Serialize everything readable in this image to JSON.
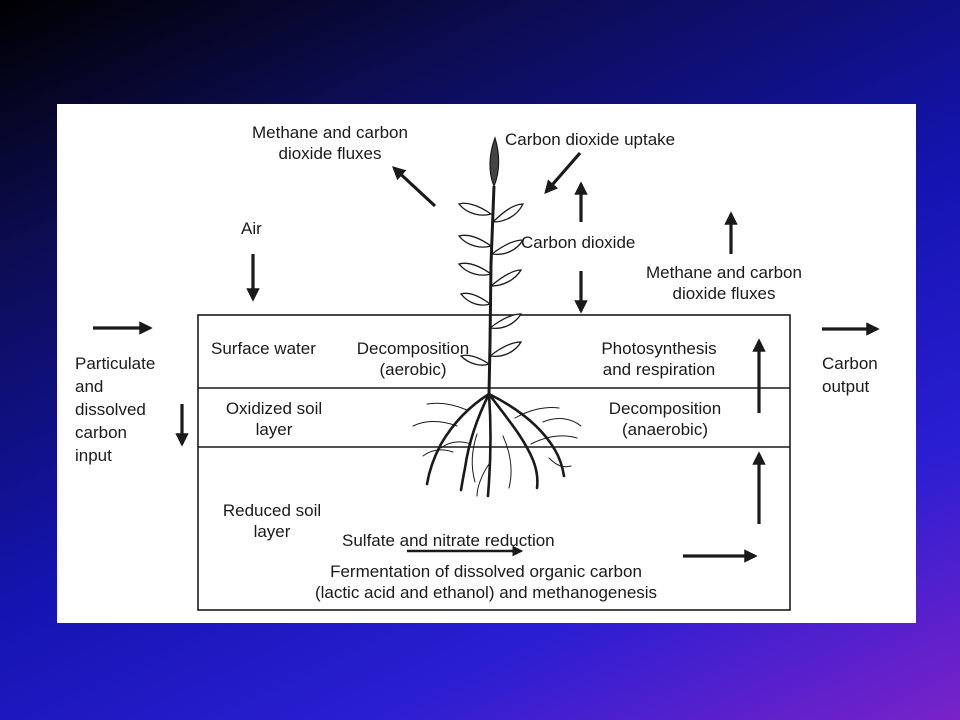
{
  "labels": {
    "fluxes_top_left": "Methane and carbon\ndioxide fluxes",
    "co2_uptake": "Carbon dioxide uptake",
    "air": "Air",
    "carbon_dioxide": "Carbon dioxide",
    "fluxes_right": "Methane and carbon\ndioxide fluxes",
    "carbon_input": "Particulate\nand\ndissolved\ncarbon\ninput",
    "carbon_output": "Carbon\noutput",
    "surface_water": "Surface water",
    "decomposition_aerobic": "Decomposition\n(aerobic)",
    "photosynthesis": "Photosynthesis\nand respiration",
    "oxidized_soil": "Oxidized soil\nlayer",
    "decomposition_anaerobic": "Decomposition\n(anaerobic)",
    "reduced_soil": "Reduced soil\nlayer",
    "sulfate_nitrate": "Sulfate and nitrate reduction",
    "fermentation": "Fermentation of dissolved organic carbon\n(lactic acid and ethanol) and methanogenesis"
  },
  "colors": {
    "ink": "#1a1a1a",
    "panel": "#ffffff",
    "leaf": "#ffffff"
  }
}
